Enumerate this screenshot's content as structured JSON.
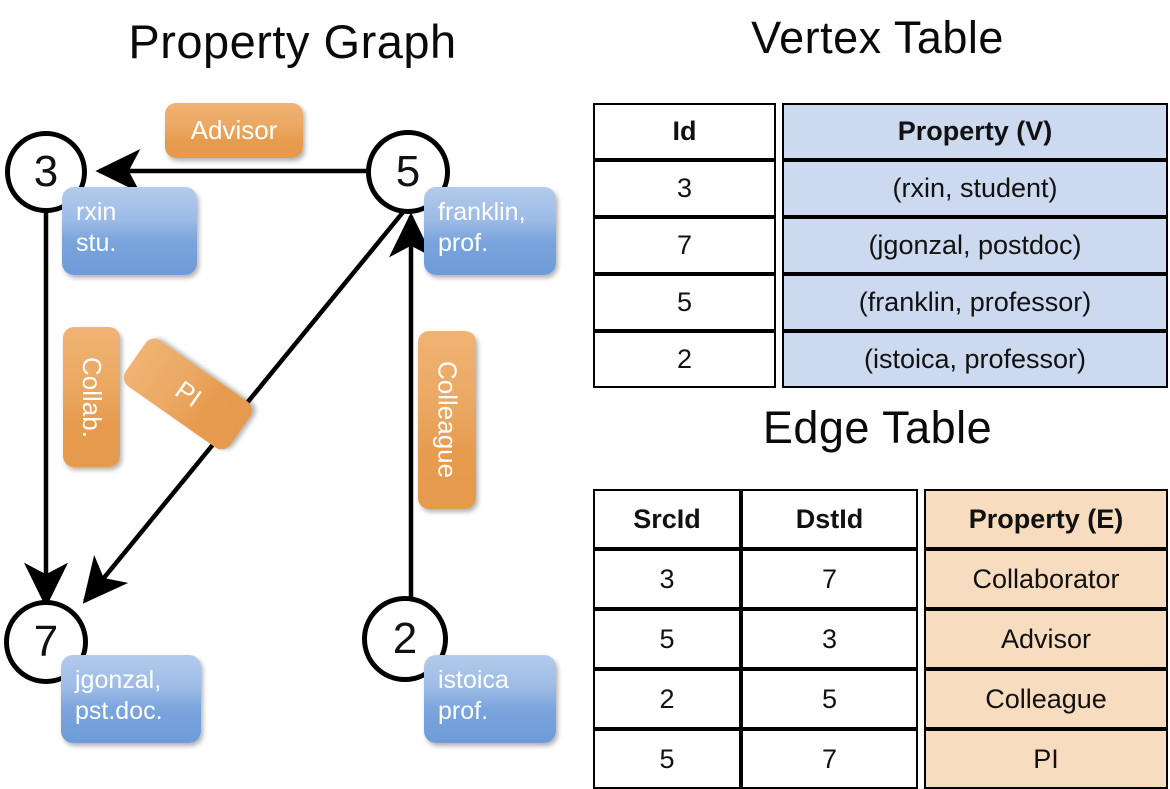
{
  "graph": {
    "title": "Property Graph",
    "nodes": [
      {
        "id": "3",
        "property_lines": [
          "rxin",
          "stu."
        ]
      },
      {
        "id": "5",
        "property_lines": [
          "franklin,",
          "prof."
        ]
      },
      {
        "id": "7",
        "property_lines": [
          "jgonzal,",
          "pst.doc."
        ]
      },
      {
        "id": "2",
        "property_lines": [
          "istoica",
          "prof."
        ]
      }
    ],
    "edge_labels": [
      {
        "name": "advisor-label",
        "text": "Advisor",
        "orientation": "horizontal"
      },
      {
        "name": "collab-label",
        "text": "Collab.",
        "orientation": "vertical"
      },
      {
        "name": "pi-label",
        "text": "PI",
        "orientation": "rotated"
      },
      {
        "name": "colleague-label",
        "text": "Colleague",
        "orientation": "vertical"
      }
    ],
    "edges": [
      {
        "from": "5",
        "to": "3",
        "label": "Advisor"
      },
      {
        "from": "3",
        "to": "7",
        "label": "Collab."
      },
      {
        "from": "5",
        "to": "7",
        "label": "PI"
      },
      {
        "from": "2",
        "to": "5",
        "label": "Colleague"
      }
    ]
  },
  "vertex_table": {
    "title": "Vertex Table",
    "headers": [
      "Id",
      "Property (V)"
    ],
    "rows": [
      {
        "id": "3",
        "property": "(rxin, student)"
      },
      {
        "id": "7",
        "property": "(jgonzal, postdoc)"
      },
      {
        "id": "5",
        "property": "(franklin, professor)"
      },
      {
        "id": "2",
        "property": "(istoica, professor)"
      }
    ]
  },
  "edge_table": {
    "title": "Edge Table",
    "headers": [
      "SrcId",
      "DstId",
      "Property (E)"
    ],
    "rows": [
      {
        "src": "3",
        "dst": "7",
        "property": "Collaborator"
      },
      {
        "src": "5",
        "dst": "3",
        "property": "Advisor"
      },
      {
        "src": "2",
        "dst": "5",
        "property": "Colleague"
      },
      {
        "src": "5",
        "dst": "7",
        "property": "PI"
      }
    ]
  },
  "colors": {
    "vertex_property_fill": "#ccd9ee",
    "edge_property_fill": "#f7dcc0",
    "vertex_badge": "#7aa4dc",
    "edge_badge": "#eaa761",
    "background": "#ffffff",
    "stroke": "#000000"
  }
}
